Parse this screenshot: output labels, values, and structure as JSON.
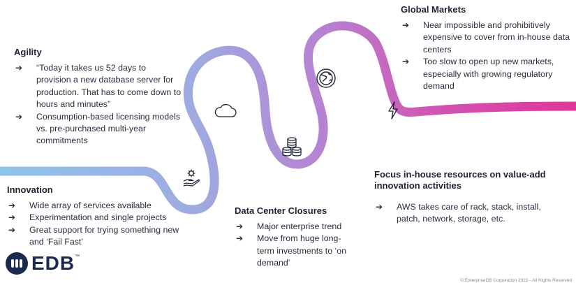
{
  "sections": {
    "agility": {
      "title": "Agility",
      "bullets": [
        "“Today it takes us 52 days to provision a new database server for production. That has to come down to hours and minutes”",
        "Consumption-based licensing models vs. pre-purchased multi-year commitments"
      ]
    },
    "innovation": {
      "title": "Innovation",
      "bullets": [
        "Wide array of services available",
        "Experimentation and single projects",
        "Great support for trying something new and ‘Fail Fast’"
      ]
    },
    "data_center": {
      "title": "Data Center Closures",
      "bullets": [
        "Major enterprise trend",
        "Move from huge long-term investments to ‘on demand’"
      ]
    },
    "global_markets": {
      "title": "Global Markets",
      "bullets": [
        "Near impossible and prohibitively expensive to cover from in-house data centers",
        "Too slow to open up new markets, especially with growing regulatory demand"
      ]
    },
    "focus": {
      "title": "Focus in-house resources on value-add innovation activities",
      "bullets": [
        "AWS takes care of rack, stack, install, patch, network, storage, etc."
      ]
    }
  },
  "arrow_glyph": "➔",
  "icons": [
    "gear-hand-icon",
    "cloud-icon",
    "database-coins-icon",
    "globe-icon",
    "lightning-icon"
  ],
  "colors": {
    "ribbon_start": "#8fc4ea",
    "ribbon_mid": "#a78fd6",
    "ribbon_end": "#e0379a",
    "icon_stroke": "#1f2335",
    "title": "#1f2335",
    "logo": "#1d2a4f"
  },
  "logo": {
    "text": "EDB",
    "tm": "™"
  },
  "footer": {
    "copyright": "© EnterpriseDB Corporation 2022 - All Rights Reserved"
  }
}
